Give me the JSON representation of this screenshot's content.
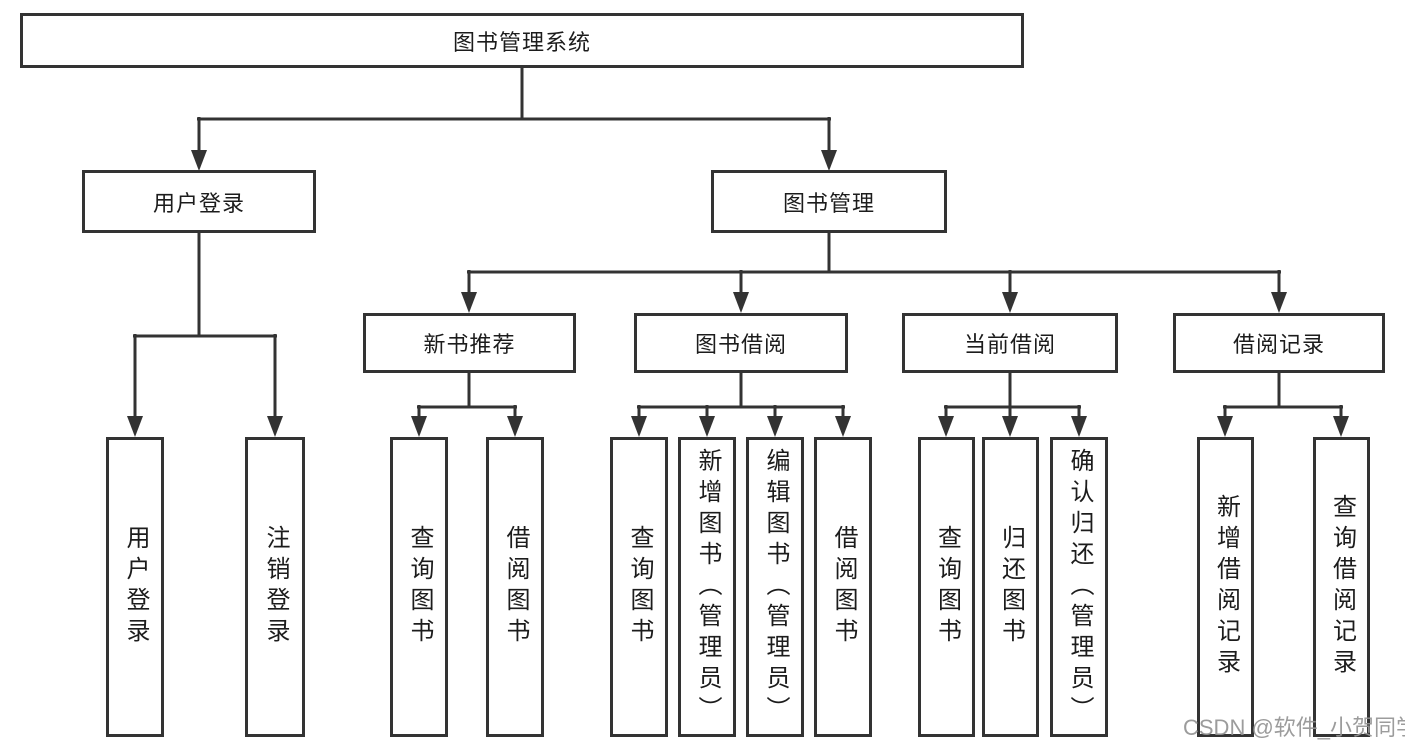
{
  "diagram": {
    "root": {
      "label": "图书管理系统"
    },
    "level2": [
      {
        "label": "用户登录"
      },
      {
        "label": "图书管理"
      }
    ],
    "level3": [
      {
        "label": "新书推荐"
      },
      {
        "label": "图书借阅"
      },
      {
        "label": "当前借阅"
      },
      {
        "label": "借阅记录"
      }
    ],
    "leaves": [
      {
        "label": "用户登录"
      },
      {
        "label": "注销登录"
      },
      {
        "label": "查询图书"
      },
      {
        "label": "借阅图书"
      },
      {
        "label": "查询图书"
      },
      {
        "label": "新增图书（管理员）"
      },
      {
        "label": "编辑图书（管理员）"
      },
      {
        "label": "借阅图书"
      },
      {
        "label": "查询图书"
      },
      {
        "label": "归还图书"
      },
      {
        "label": "确认归还（管理员）"
      },
      {
        "label": "新增借阅记录"
      },
      {
        "label": "查询借阅记录"
      }
    ]
  },
  "watermark": {
    "text": "CSDN @软件_小贺同学"
  },
  "colors": {
    "line": "#333333",
    "box_border": "#333333",
    "text": "#1c1c1c",
    "watermark": "#949494",
    "background": "#ffffff"
  }
}
